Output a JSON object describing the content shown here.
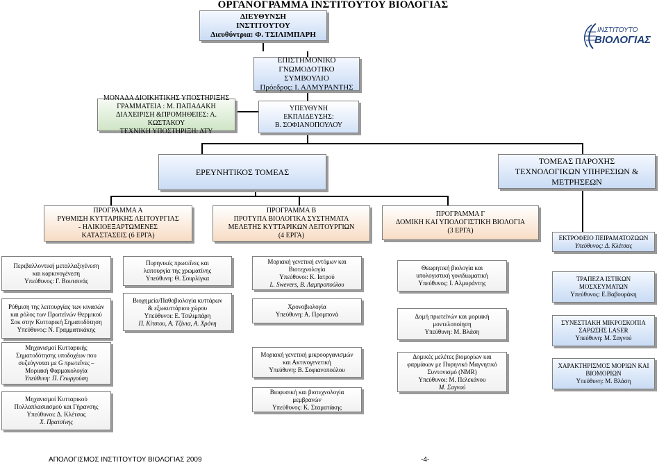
{
  "title": "ΟΡΓΑΝΟΓΡΑΜΜΑ ΙΝΣΤΙΤΟΥΤΟΥ ΒΙΟΛΟΓΙΑΣ",
  "logo": {
    "line1": "ΙΝΣΤΙΤΟΥΤΟ",
    "line2": "ΒΙΟΛΟΓΙΑΣ"
  },
  "direction": {
    "line1": "ΔΙΕΥΘΥΝΣΗ",
    "line2": "ΙΝΣΤΙΤΟΥΤΟΥ",
    "line3": "Διευθύντρια: Φ. ΤΣΙΛΙΜΠΑΡΗ"
  },
  "council": {
    "line1": "ΕΠΙΣΤΗΜΟΝΙΚΟ",
    "line2": "ΓΝΩΜΟΔΟΤΙΚΟ",
    "line3": "ΣΥΜΒΟΥΛΙΟ",
    "line4": "Πρόεδρος: Ι. ΑΛΜΥΡΑΝΤΗΣ"
  },
  "admin": {
    "line1": "ΜΟΝΑΔΑ ΔΙΟΙΚΗΤΙΚΗΣ ΥΠΟΣΤΗΡΙΞΗΣ",
    "line2": "ΓΡΑΜΜΑΤΕΙΑ : Μ. ΠΑΠΑΔΑΚΗ",
    "line3": "ΔΙΑΧΕΙΡΙΣΗ &ΠΡΟΜΗΘΕΙΕΣ: Α. ΚΩΣΤΑΚΟΥ",
    "line4": "ΤΕΧΝΙΚΗ ΥΠΟΣΤΗΡΙΞΗ: ΔΤΥ"
  },
  "training": {
    "line1": "ΥΠΕΥΘΥΝΗ",
    "line2": "ΕΚΠΑΙΔΕΥΣΗΣ:",
    "line3": "Β. ΣΟΦΙΑΝΟΠΟΥΛΟΥ"
  },
  "research_sector": "ΕΡΕΥΝΗΤΙΚΟΣ ΤΟΜΕΑΣ",
  "services_sector": {
    "line1": "ΤΟΜΕΑΣ ΠΑΡΟΧΗΣ",
    "line2": "ΤΕΧΝΟΛΟΓΙΚΩΝ ΥΠΗΡΕΣΙΩΝ  &",
    "line3": "ΜΕΤΡΗΣΕΩΝ"
  },
  "programme_a": {
    "line1": "ΠΡΟΓΡΑΜΜΑ Α",
    "line2": "ΡΥΘΜΙΣΗ ΚΥΤΤΑΡΙΚΗΣ ΛΕΙΤΟΥΡΓΙΑΣ",
    "line3": "- ΗΛΙΚΙΟΕΞΑΡΤΩΜΕΝΕΣ",
    "line4": "ΚΑΤΑΣΤΑΣΕΙΣ (6 ΕΡΓΑ)"
  },
  "programme_b": {
    "line1": "ΠΡΟΓΡΑΜΜΑ Β",
    "line2": "ΠΡΟΤΥΠΑ ΒΙΟΛΟΓΙΚΑ ΣΥΣΤΗΜΑΤΑ",
    "line3": "ΜΕΛΕΤΗΣ ΚΥΤΤΑΡΙΚΩΝ ΛΕΙΤΟΥΡΓΙΩΝ",
    "line4": "(4 ΕΡΓΑ)"
  },
  "programme_c": {
    "line1": "ΠΡΟΓΡΑΜΜΑ Γ",
    "line2": "ΔΟΜΙΚΗ ΚΑΙ ΥΠΟΛΟΓΙΣΤΙΚΗ ΒΙΟΛΟΓΙΑ",
    "line3": "(3 ΕΡΓΑ)"
  },
  "animal_facility": {
    "line1": "ΕΚΤΡΟΦΕΙΟ ΠΕΙΡΑΜΑΤΟΖΩΩΝ",
    "line2": "Υπεύθυνος: Δ. Κλέτσας"
  },
  "projects_a": [
    {
      "line1": "Περιβαλλοντική μεταλλαξιγένεση",
      "line2": "και καρκινογένεση",
      "line3": "Υπεύθυνος: Γ. Βουτσινάς"
    },
    {
      "line1": "Ρύθμιση της λειτουργίας των  κινασών",
      "line2": "και ρόλος των Πρωτεϊνών Θερμικού",
      "line3": "Σοκ στην Κυτταρική Σηματοδότηση",
      "line4": "Υπεύθυνος: Ν. Γραμματικάκης"
    },
    {
      "line1": "Μηχανισμοί Κυτταρικής",
      "line2": "Σηματοδότησης υποδοχέων που",
      "line3": "συζεύγνυται με G πρωτεΐνες –",
      "line4": "Μοριακή Φαρμακολογία",
      "line5": "Υπεύθυνη: Π. Γεωργούση"
    },
    {
      "line1": "Μηχανισμοί Κυτταρικού",
      "line2": "Πολλαπλασιασμού  και Γήρανσης",
      "line3": "Υπεύθυνοι: Δ. Κλέτσας",
      "line4": "Χ. Πρατσίνης"
    }
  ],
  "projects_a2": [
    {
      "line1": "Πυρηνικές πρωτεΐνες και",
      "line2": "λειτουργία της χρωματίνης",
      "line3": "Υπεύθυνη: Θ. Σουρλίγκα"
    },
    {
      "line1": "Βιοχημεία/Παθοβιολογία κυττάρων",
      "line2": "& εξωκυττάριου χώρου",
      "line3": "Υπεύθυνοι: Ε. Τσιλιμπάρη",
      "line4": "Π. Κίτσιου, Α. Τζίνια, Α. Χρόνη"
    }
  ],
  "projects_b": [
    {
      "line1": "Μοριακή γενετική εντόμων και",
      "line2": "Βιοτεχνολογία",
      "line3": "Υπεύθυνοι: Κ. Ιατρού",
      "line4": "L. Swevers, Β. Λαμπροπούλου"
    },
    {
      "line1": "Χρονοβιολογία",
      "line2": "Υπεύθυνη: Α. Προμπονά"
    },
    {
      "line1": "Μοριακή γενετική μικροοργανισμών",
      "line2": "και Ακτινογενετική",
      "line3": "Υπεύθυνη: Β. Σοφιανοπούλου"
    },
    {
      "line1": "Βιοφυσική και βιοτεχνολογία",
      "line2": "μεμβρανών",
      "line3": "Υπεύθυνος: Κ. Σταματάκης"
    }
  ],
  "projects_c": [
    {
      "line1": "Θεωρητική βιολογία και",
      "line2": "υπολογιστική γονιδιωματική",
      "line3": "Υπεύθυνος: Ι. Αλμυράντης"
    },
    {
      "line1": "Δομή πρωτεϊνών  και μοριακή",
      "line2": "μοντελοποίηση",
      "line3": "Υπεύθυνη: Μ. Βλάση"
    },
    {
      "line1": "Δομικές μελέτες βιομορίων και",
      "line2": "φαρμάκων με Πυρηνικό Μαγνητικό",
      "line3": "Συντονισμό (NMR)",
      "line4": "Υπεύθυνοι: Μ. Πελεκάνου",
      "line5": "Μ. Σαγνού"
    }
  ],
  "services": [
    {
      "line1": "ΤΡΑΠΕΖΑ ΙΣΤΙΚΩΝ",
      "line2": "ΜΟΣΧΕΥΜΑΤΩΝ",
      "line3": "Υπεύθυνος: Ε.Βαβουράκη"
    },
    {
      "line1": "ΣΥΝΕΣΤΙΑΚΗ ΜΙΚΡΟΣΚΟΠΙΑ",
      "line2": "ΣΑΡΩΣΗΣ LASER",
      "line3": "Υπεύθυνη: Μ. Σαγνού"
    },
    {
      "line1": "ΧΑΡΑΚΤΗΡΙΣΜΟΣ ΜΟΡΙΩΝ ΚΑΙ",
      "line2": "ΒΙΟΜΟΡΙΩΝ",
      "line3": "Υπεύθυνη: Μ. Βλάση"
    }
  ],
  "footer": {
    "left": "ΑΠΟΛΟΓΙΣΜΟΣ ΙΝΣΤΙΤΟΥΤΟΥ ΒΙΟΛΟΓΙΑΣ 2009",
    "right": "-4-"
  }
}
